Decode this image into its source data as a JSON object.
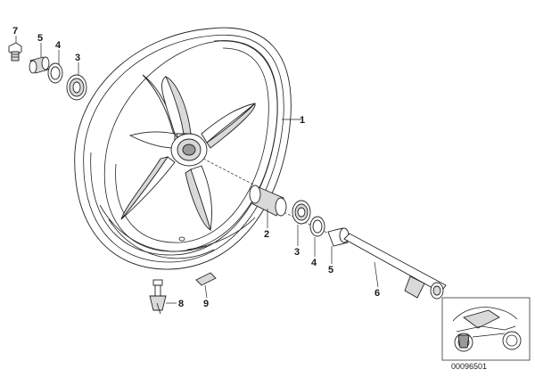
{
  "diagram": {
    "callouts": {
      "rim": "1",
      "spacer_sleeve": "2",
      "bearing_right": "3",
      "bearing_left": "3",
      "seal_right": "4",
      "seal_left": "4",
      "sleeve_right": "5",
      "sleeve_left": "5",
      "axle": "6",
      "bolt": "7",
      "valve": "8",
      "weight": "9"
    },
    "document_number": "00096501"
  }
}
